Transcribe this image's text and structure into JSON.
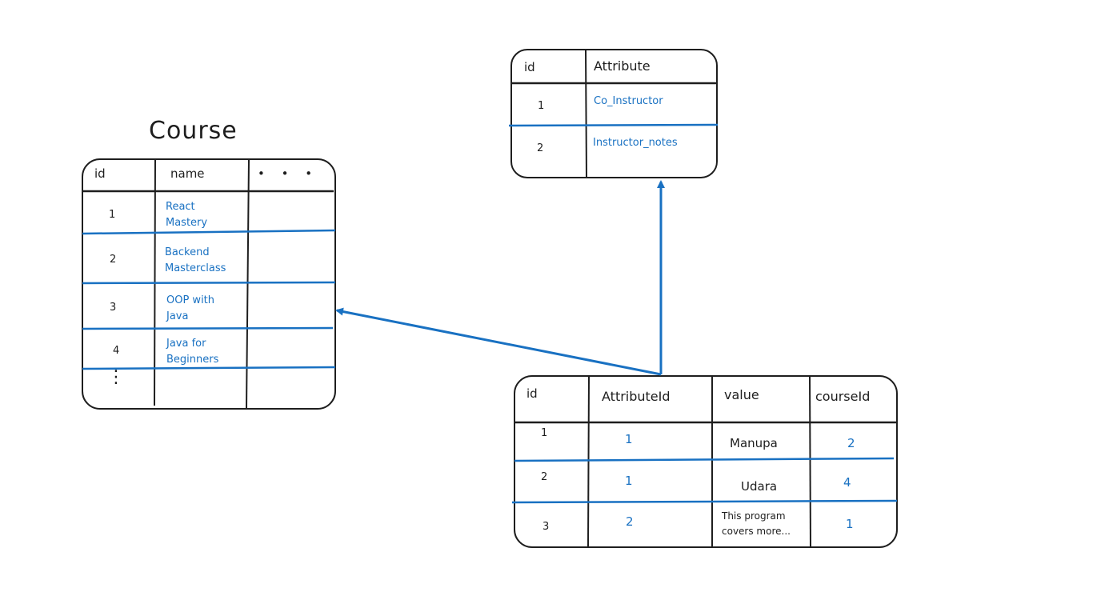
{
  "course_table": {
    "title": "Course",
    "headers": [
      "id",
      "name",
      "• • •"
    ],
    "rows": [
      {
        "id": "1",
        "name": "React\nMastery"
      },
      {
        "id": "2",
        "name": "Backend\nMasterclass"
      },
      {
        "id": "3",
        "name": "OOP with\nJava"
      },
      {
        "id": "4",
        "name": "Java for\nBeginners"
      }
    ],
    "ellipsis": "⋮"
  },
  "attribute_table": {
    "headers": [
      "id",
      "Attribute"
    ],
    "rows": [
      {
        "id": "1",
        "attribute": "Co_Instructor"
      },
      {
        "id": "2",
        "attribute": "Instructor_notes"
      }
    ]
  },
  "value_table": {
    "headers": [
      "id",
      "AttributeId",
      "value",
      "courseId"
    ],
    "rows": [
      {
        "id": "1",
        "attributeId": "1",
        "value": "Manupa",
        "courseId": "2"
      },
      {
        "id": "2",
        "attributeId": "1",
        "value": "Udara",
        "courseId": "4"
      },
      {
        "id": "3",
        "attributeId": "2",
        "value": "This program\ncovers more...",
        "courseId": "1"
      }
    ]
  },
  "colors": {
    "ink": "#1e1e1e",
    "accent": "#1971c2",
    "background": "#ffffff"
  }
}
